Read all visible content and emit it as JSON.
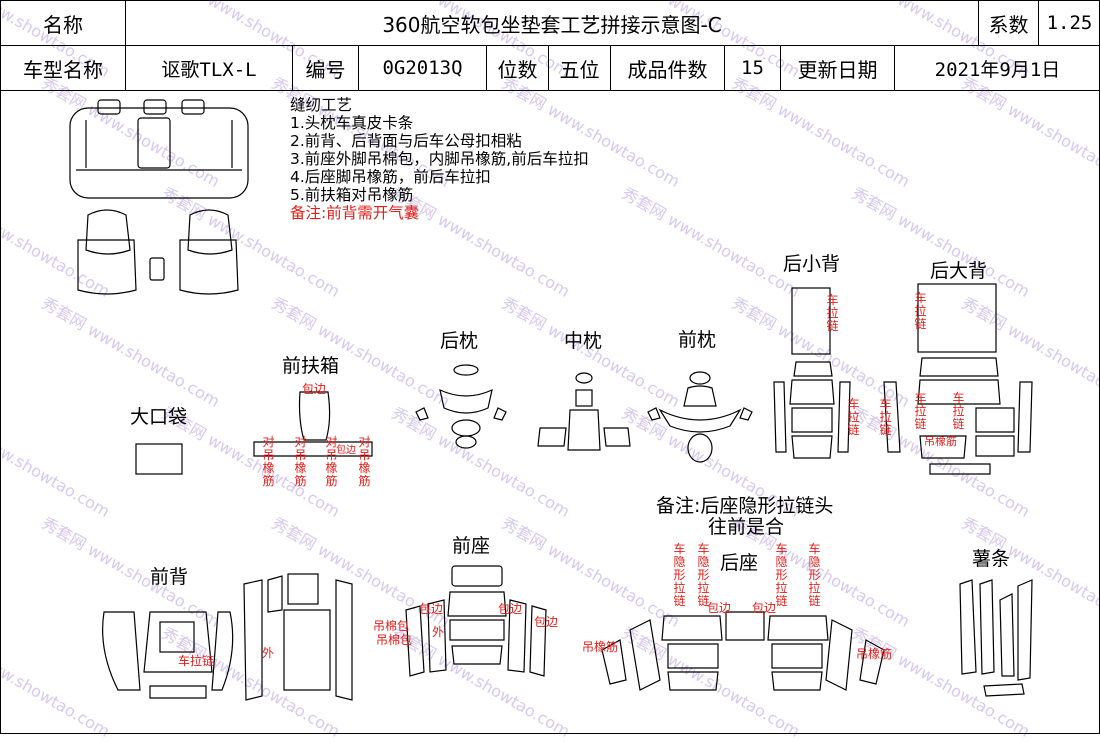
{
  "header": {
    "row1": {
      "name_label": "名称",
      "title": "360航空软包坐垫套工艺拼接示意图-C",
      "coef_label": "系数",
      "coef_value": "1.25"
    },
    "row2": {
      "model_label": "车型名称",
      "model_value": "讴歌TLX-L",
      "code_label": "编号",
      "code_value": "0G2013Q",
      "seats_label": "位数",
      "seats_value": "五位",
      "pieces_label": "成品件数",
      "pieces_value": "15",
      "date_label": "更新日期",
      "date_value": "2021年9月1日"
    }
  },
  "process": {
    "title": "缝纫工艺",
    "steps": [
      "1.头枕车真皮卡条",
      "2.前背、后背面与后车公母扣相粘",
      "3.前座外脚吊棉包，内脚吊橡筋,前后车拉扣",
      "4.后座脚吊橡筋，前后车拉扣",
      "5.前扶箱对吊橡筋"
    ],
    "note": "备注:前背需开气囊"
  },
  "parts": {
    "big_pocket": "大口袋",
    "front_armrest": "前扶箱",
    "rear_pillow": "后枕",
    "mid_pillow": "中枕",
    "front_pillow": "前枕",
    "rear_small_back": "后小背",
    "rear_big_back": "后大背",
    "front_back": "前背",
    "front_seat": "前座",
    "rear_seat": "后座",
    "yam_strip": "薯条",
    "rear_seat_note_1": "备注:后座隐形拉链头",
    "rear_seat_note_2": "往前是合"
  },
  "annotations": {
    "armrest_edge": "包边",
    "armrest_hang_1": "对吊橡筋",
    "armrest_hang_2": "对吊橡筋",
    "armrest_hang_3": "对吊橡筋",
    "armrest_hang_4": "对吊橡筋",
    "armrest_small_edge": "包边",
    "small_back_pull": "车拉链",
    "big_back_pull": "车拉链",
    "small_back_pull_2": "车拉链",
    "small_back_pull_3": "车拉链",
    "big_back_pull_2": "车拉链",
    "big_back_pull_3": "车拉链",
    "big_back_hang": "吊橡筋",
    "front_back_pull": "车拉链",
    "front_back_out": "外",
    "front_seat_edge_1": "包边",
    "front_seat_edge_2": "包边",
    "front_seat_edge_3": "包边",
    "front_seat_cotton_1": "吊棉包",
    "front_seat_cotton_2": "吊棉包",
    "front_seat_out": "外",
    "rear_hidden_1": "车隐形拉链",
    "rear_hidden_2": "车隐形拉链",
    "rear_hidden_3": "车隐形拉链",
    "rear_hidden_4": "车隐形拉链",
    "rear_edge_1": "包边",
    "rear_edge_2": "包边",
    "rear_hang_left": "吊橡筋",
    "rear_hang_right": "吊橡筋"
  },
  "watermark": "秀套网 www.showtao.com",
  "colors": {
    "annotation_red": "#e0201c",
    "watermark": "#d7c9ee"
  }
}
